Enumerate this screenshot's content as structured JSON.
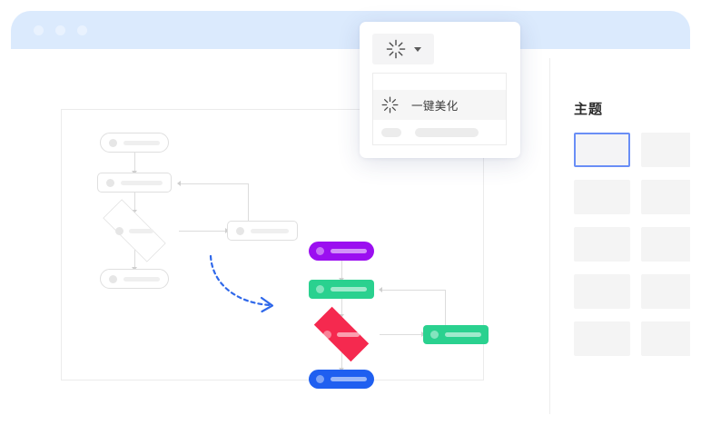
{
  "window": {
    "titlebar": {
      "dots": [
        "close-dot",
        "minimize-dot",
        "maximize-dot"
      ]
    }
  },
  "toolbar": {
    "button_icon": "sparkle-burst-icon",
    "caret_icon": "chevron-down-icon"
  },
  "dropdown": {
    "items": [
      {
        "icon": "sparkle-burst-icon",
        "label": "一键美化",
        "highlighted": true
      }
    ],
    "placeholder_row": {
      "small": "",
      "large": ""
    }
  },
  "theme_panel": {
    "title": "主题",
    "tiles": [
      {
        "id": "theme-1",
        "selected": true
      },
      {
        "id": "theme-2",
        "selected": false
      },
      {
        "id": "theme-3",
        "selected": false
      },
      {
        "id": "theme-4",
        "selected": false
      },
      {
        "id": "theme-5",
        "selected": false
      },
      {
        "id": "theme-6",
        "selected": false
      },
      {
        "id": "theme-7",
        "selected": false
      },
      {
        "id": "theme-8",
        "selected": false
      },
      {
        "id": "theme-9",
        "selected": false
      },
      {
        "id": "theme-10",
        "selected": false
      }
    ]
  },
  "colors": {
    "titlebar": "#dbeafd",
    "titlebar_dot": "#e9f2fe",
    "accent_blue": "#6a8ef6",
    "dashed_arrow": "#2f68ea",
    "node_purple": "#9b0ff0",
    "node_green": "#2ad18f",
    "node_red": "#f5294f",
    "node_blue": "#1f5ff0",
    "placeholder_gray": "#f4f4f4",
    "connector_gray": "#dcdcdc"
  },
  "canvas": {
    "before_flowchart": {
      "style": "grayscale-placeholder",
      "nodes": [
        {
          "id": "start",
          "shape": "rounded",
          "label": ""
        },
        {
          "id": "process",
          "shape": "rect",
          "label": ""
        },
        {
          "id": "decision",
          "shape": "diamond",
          "label": ""
        },
        {
          "id": "branch",
          "shape": "rect",
          "label": ""
        },
        {
          "id": "end",
          "shape": "rounded",
          "label": ""
        }
      ],
      "edges": [
        {
          "from": "start",
          "to": "process"
        },
        {
          "from": "process",
          "to": "decision"
        },
        {
          "from": "decision",
          "to": "branch"
        },
        {
          "from": "branch",
          "to": "process"
        },
        {
          "from": "decision",
          "to": "end"
        }
      ]
    },
    "after_flowchart": {
      "style": "beautified-colored",
      "nodes": [
        {
          "id": "start",
          "shape": "rounded",
          "color": "#9b0ff0",
          "label": ""
        },
        {
          "id": "process",
          "shape": "rounded",
          "color": "#2ad18f",
          "label": ""
        },
        {
          "id": "decision",
          "shape": "diamond",
          "color": "#f5294f",
          "label": ""
        },
        {
          "id": "branch",
          "shape": "rounded",
          "color": "#2ad18f",
          "label": ""
        },
        {
          "id": "end",
          "shape": "rounded",
          "color": "#1f5ff0",
          "label": ""
        }
      ],
      "edges": [
        {
          "from": "start",
          "to": "process"
        },
        {
          "from": "process",
          "to": "decision"
        },
        {
          "from": "decision",
          "to": "branch"
        },
        {
          "from": "branch",
          "to": "process"
        },
        {
          "from": "decision",
          "to": "end"
        }
      ]
    },
    "transform_arrow": {
      "icon": "dashed-curved-arrow-icon",
      "direction": "right"
    }
  }
}
